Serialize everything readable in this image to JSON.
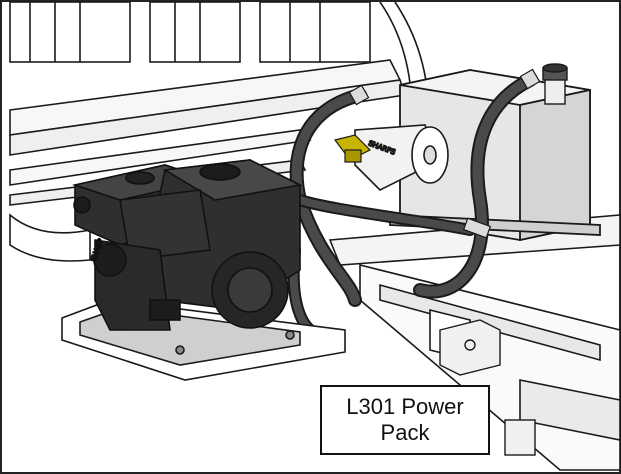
{
  "callout": {
    "line1": "L301 Power",
    "line2": "Pack"
  },
  "engine_tag": "SHARP",
  "filter_tag": "SHARPS",
  "colors": {
    "outline": "#1a1a1a",
    "engine_body": "#2f2f2f",
    "engine_dark": "#1c1c1c",
    "tank": "#e6e6e6",
    "hose": "#3a3a3a",
    "fitting": "#c8b400",
    "frame": "#f5f5f5",
    "mount_plate": "#d9d9d9"
  }
}
